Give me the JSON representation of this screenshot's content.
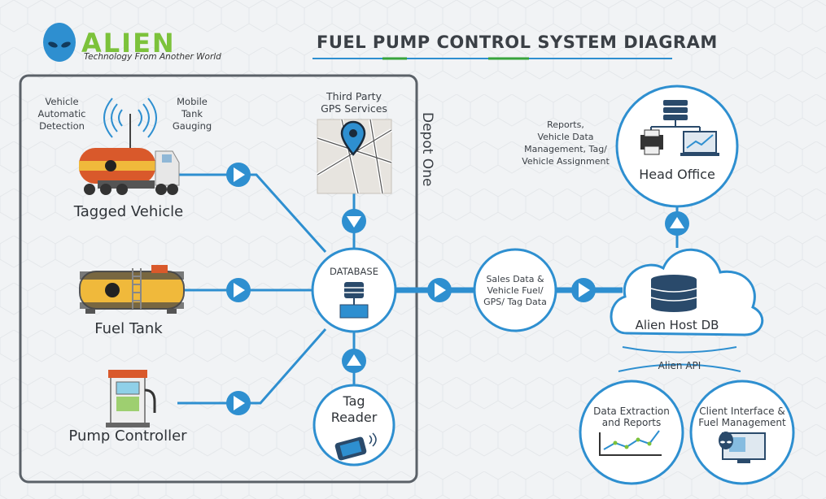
{
  "brand": {
    "name": "ALIEN",
    "tagline": "Technology From Another World"
  },
  "title": "FUEL PUMP CONTROL SYSTEM DIAGRAM",
  "depot_label": "Depot One",
  "left_items": {
    "vehicle": {
      "label": "Tagged Vehicle",
      "left_note": [
        "Vehicle",
        "Automatic",
        "Detection"
      ],
      "right_note": [
        "Mobile",
        "Tank",
        "Gauging"
      ]
    },
    "tank": {
      "label": "Fuel Tank"
    },
    "pump": {
      "label": "Pump Controller"
    }
  },
  "gps": {
    "label_line1": "Third Party",
    "label_line2": "GPS Services"
  },
  "database": {
    "label": "DATABASE"
  },
  "tag_reader": {
    "line1": "Tag",
    "line2": "Reader"
  },
  "sales_data": {
    "lines": [
      "Sales Data &",
      "Vehicle Fuel/",
      "GPS/ Tag Data"
    ]
  },
  "host_db": {
    "label": "Alien Host DB"
  },
  "api": {
    "label": "Alien API"
  },
  "reports": {
    "lines": [
      "Reports,",
      "Vehicle  Data",
      "Management, Tag/",
      "Vehicle Assignment"
    ]
  },
  "head_office": {
    "label": "Head Office"
  },
  "data_extraction": {
    "line1": "Data Extraction",
    "line2": "and Reports"
  },
  "client_interface": {
    "line1": "Client Interface &",
    "line2": "Fuel Management"
  },
  "colors": {
    "accent": "#2e8fd0",
    "frame": "#5b6168",
    "brand_green": "#7cc23b",
    "title_underline_green": "#37a33c"
  }
}
